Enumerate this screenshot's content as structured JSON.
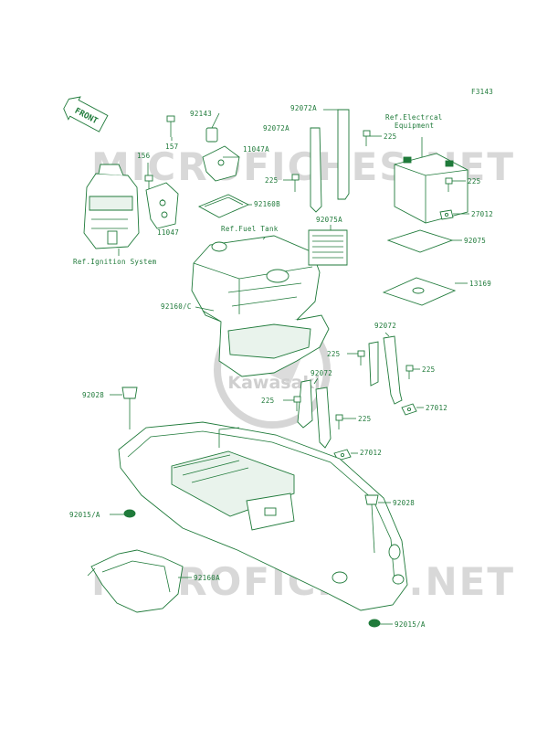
{
  "figure_code": "F3143",
  "front_arrow_text": "FRONT",
  "watermark": {
    "text": "MICROFICHES.NET",
    "logo_text": "Kawasaki"
  },
  "colors": {
    "line": "#1f7a3a",
    "watermark": "#d8d8d8",
    "background": "#ffffff"
  },
  "labels": {
    "p92143": "92143",
    "p157": "157",
    "p11047A": "11047A",
    "p156": "156",
    "p92160B": "92160B",
    "p11047": "11047",
    "ref_ignition": "Ref.Ignition System",
    "p92072A_top": "92072A",
    "p92072A_mid": "92072A",
    "p225_a": "225",
    "p225_b": "225",
    "ref_elec_1": "Ref.Electrcal",
    "ref_elec_2": "Equipment",
    "p225_c": "225",
    "p27012_a": "27012",
    "ref_fuel": "Ref.Fuel Tank",
    "p92075A": "92075A",
    "p92075": "92075",
    "p13169": "13169",
    "p92160C": "92160/C",
    "p92072_a": "92072",
    "p225_d": "225",
    "p92072_b": "92072",
    "p225_e": "225",
    "p225_f": "225",
    "p27012_b": "27012",
    "p225_g": "225",
    "p27012_c": "27012",
    "p92028_a": "92028",
    "p92015A_a": "92015/A",
    "p92028_b": "92028",
    "p92160A": "92160A",
    "p92015A_b": "92015/A"
  }
}
